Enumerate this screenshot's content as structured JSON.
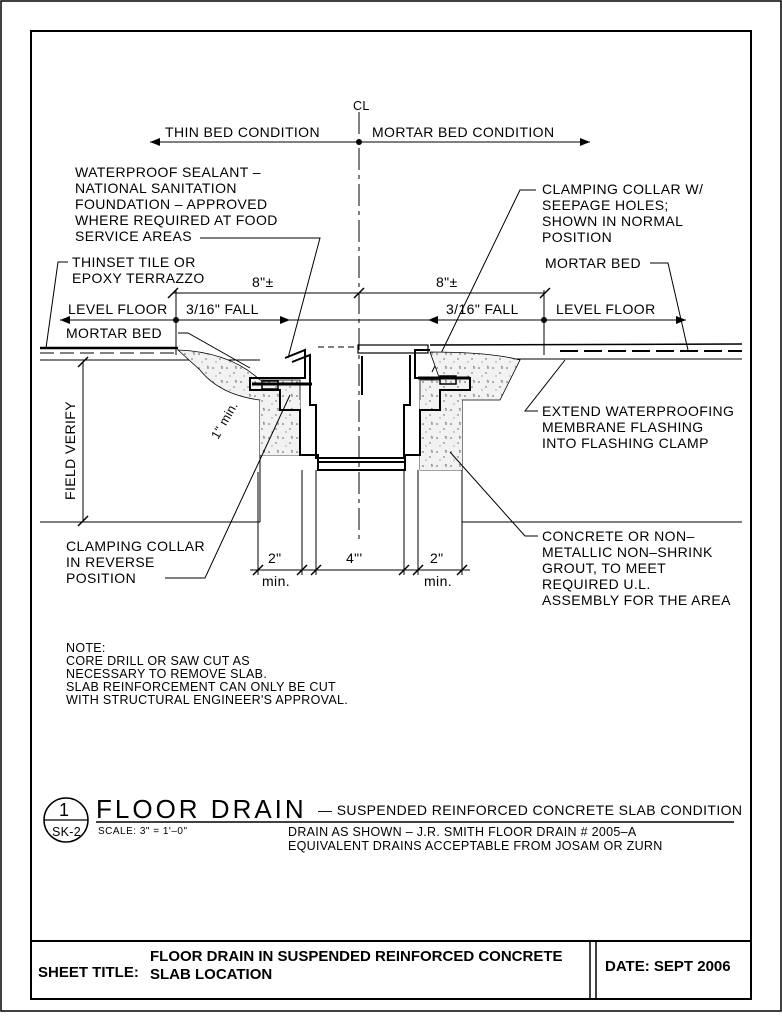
{
  "centerline_mark": "CL",
  "conditions": {
    "left": "THIN BED CONDITION",
    "right": "MORTAR BED CONDITION"
  },
  "labels": {
    "sealant": [
      "WATERPROOF SEALANT –",
      "NATIONAL SANITATION",
      "FOUNDATION – APPROVED",
      "WHERE REQUIRED AT FOOD",
      "SERVICE AREAS"
    ],
    "collar_normal": [
      "CLAMPING COLLAR W/",
      "SEEPAGE HOLES;",
      "SHOWN IN NORMAL",
      "POSITION"
    ],
    "thinset": [
      "THINSET TILE OR",
      "EPOXY TERRAZZO"
    ],
    "mortar_bed_right": "MORTAR BED",
    "mortar_bed_left": "MORTAR BED",
    "level_floor_left": "LEVEL FLOOR",
    "level_floor_right": "LEVEL FLOOR",
    "fall_left": "3/16\" FALL",
    "fall_right": "3/16\" FALL",
    "dim_8_left": "8\"±",
    "dim_8_right": "8\"±",
    "min_1": "1\" min.",
    "field_verify": "FIELD VERIFY",
    "membrane": [
      "EXTEND WATERPROOFING",
      "MEMBRANE FLASHING",
      "INTO FLASHING CLAMP"
    ],
    "collar_reverse": [
      "CLAMPING COLLAR",
      "IN REVERSE",
      "POSITION"
    ],
    "concrete": [
      "CONCRETE OR NON–",
      "METALLIC NON–SHRINK",
      "GROUT, TO MEET",
      "REQUIRED U.L.",
      "ASSEMBLY FOR THE AREA"
    ],
    "dim_2_left": "2\"",
    "dim_2_right": "2\"",
    "dim_4": "4\"'",
    "min_left": "min.",
    "min_right": "min."
  },
  "note": [
    "NOTE:",
    "CORE DRILL OR SAW CUT AS",
    "NECESSARY TO REMOVE SLAB.",
    "SLAB REINFORCEMENT CAN ONLY BE CUT",
    "WITH STRUCTURAL ENGINEER'S APPROVAL."
  ],
  "detail": {
    "number": "1",
    "sheet_ref": "SK-2",
    "title": "FLOOR DRAIN",
    "subtitle": "—  SUSPENDED REINFORCED CONCRETE SLAB CONDITION",
    "scale": "SCALE:  3\"  =  1'–0\"",
    "remark_1": "DRAIN AS SHOWN – J.R. SMITH FLOOR DRAIN # 2005–A",
    "remark_2": "EQUIVALENT DRAINS ACCEPTABLE FROM JOSAM OR ZURN"
  },
  "title_block": {
    "sheet_title_label": "SHEET TITLE:",
    "sheet_title_1": "FLOOR DRAIN IN SUSPENDED REINFORCED CONCRETE",
    "sheet_title_2": "SLAB LOCATION",
    "date": "DATE: SEPT 2006"
  }
}
